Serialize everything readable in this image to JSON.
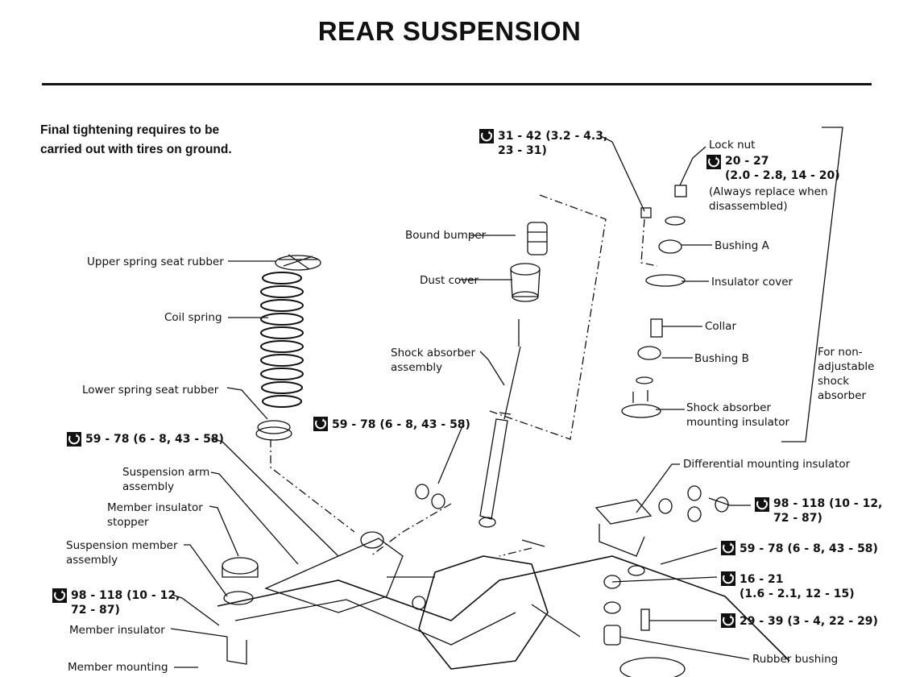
{
  "title": "REAR SUSPENSION",
  "note": "Final tightening requires to be\ncarried out with tires on ground.",
  "labels": {
    "upper_spring_seat_rubber": "Upper spring seat rubber",
    "coil_spring": "Coil spring",
    "lower_spring_seat_rubber": "Lower spring seat rubber",
    "bound_bumper": "Bound bumper",
    "dust_cover": "Dust cover",
    "shock_absorber_assembly": "Shock absorber\nassembly",
    "lock_nut": "Lock nut",
    "lock_nut_note": "(Always replace when\ndisassembled)",
    "bushing_a": "Bushing A",
    "insulator_cover": "Insulator cover",
    "collar": "Collar",
    "bushing_b": "Bushing B",
    "shock_absorber_mounting_insulator": "Shock absorber\nmounting insulator",
    "for_non_adjustable": "For non-\nadjustable\nshock\nabsorber",
    "differential_mounting_insulator": "Differential mounting insulator",
    "suspension_arm_assembly": "Suspension arm\nassembly",
    "member_insulator_stopper": "Member insulator\nstopper",
    "suspension_member_assembly": "Suspension member\nassembly",
    "member_insulator": "Member insulator",
    "member_mounting": "Member mounting",
    "rubber_bushing": "Rubber bushing"
  },
  "torques": {
    "shock_top_nut": "31 - 42 (3.2 - 4.3,\n23 - 31)",
    "lock_nut": "20 - 27\n(2.0 - 2.8, 14 - 20)",
    "arm_bolt_left": "59 - 78 (6 - 8, 43 - 58)",
    "shock_lower_bolt": "59 - 78 (6 - 8, 43 - 58)",
    "diff_insulator_nut": "98 - 118 (10 - 12,\n72 - 87)",
    "diff_mount_bolt": "59 - 78 (6 - 8, 43 - 58)",
    "diff_lower_nut": "16 - 21\n(1.6 - 2.1, 12 - 15)",
    "diff_lower_bolt": "29 - 39 (3 - 4, 22 - 29)",
    "member_nut_left": "98 - 118 (10 - 12,\n72 - 87)"
  },
  "icons": {
    "torque": "torque-wrench-icon"
  }
}
